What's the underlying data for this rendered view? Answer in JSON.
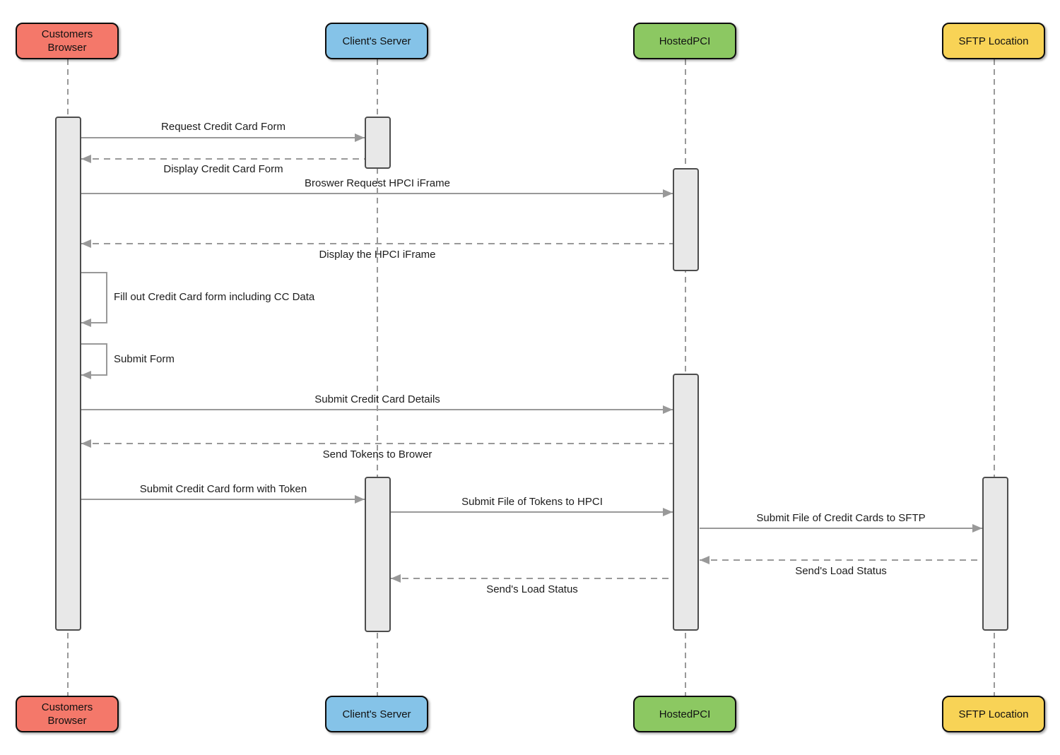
{
  "diagram_type": "uml-sequence-diagram",
  "colors": {
    "actor_customers_browser": "#f4786a",
    "actor_clients_server": "#85c3e8",
    "actor_hostedpci": "#8cc862",
    "actor_sftp_location": "#f8d356",
    "activation_bar_fill": "#e8e8e8",
    "activation_bar_border": "#4d4d4d",
    "arrow_line": "#999999",
    "text": "#1c1c1c",
    "background": "#ffffff"
  },
  "actors": [
    {
      "id": "customers-browser",
      "label": "Customers Browser",
      "color": "#f4786a"
    },
    {
      "id": "clients-server",
      "label": "Client's Server",
      "color": "#85c3e8"
    },
    {
      "id": "hostedpci",
      "label": "HostedPCI",
      "color": "#8cc862"
    },
    {
      "id": "sftp-location",
      "label": "SFTP Location",
      "color": "#f8d356"
    }
  ],
  "messages": [
    {
      "from": "customers-browser",
      "to": "clients-server",
      "label": "Request Credit Card Form",
      "type": "solid"
    },
    {
      "from": "clients-server",
      "to": "customers-browser",
      "label": "Display Credit Card Form",
      "type": "dashed"
    },
    {
      "from": "customers-browser",
      "to": "hostedpci",
      "label": "Broswer Request HPCI iFrame",
      "type": "solid"
    },
    {
      "from": "hostedpci",
      "to": "customers-browser",
      "label": "Display the HPCI iFrame",
      "type": "dashed"
    },
    {
      "from": "customers-browser",
      "to": "customers-browser",
      "label": "Fill out Credit Card form including CC Data",
      "type": "self"
    },
    {
      "from": "customers-browser",
      "to": "customers-browser",
      "label": "Submit Form",
      "type": "self"
    },
    {
      "from": "customers-browser",
      "to": "hostedpci",
      "label": "Submit Credit Card Details",
      "type": "solid"
    },
    {
      "from": "hostedpci",
      "to": "customers-browser",
      "label": "Send Tokens to Brower",
      "type": "dashed"
    },
    {
      "from": "customers-browser",
      "to": "clients-server",
      "label": "Submit Credit Card form with Token",
      "type": "solid"
    },
    {
      "from": "clients-server",
      "to": "hostedpci",
      "label": "Submit File of Tokens to HPCI",
      "type": "solid"
    },
    {
      "from": "hostedpci",
      "to": "sftp-location",
      "label": "Submit File of Credit Cards to SFTP",
      "type": "solid"
    },
    {
      "from": "sftp-location",
      "to": "hostedpci",
      "label": "Send's Load Status",
      "type": "dashed"
    },
    {
      "from": "hostedpci",
      "to": "clients-server",
      "label": "Send's Load Status",
      "type": "dashed"
    }
  ]
}
